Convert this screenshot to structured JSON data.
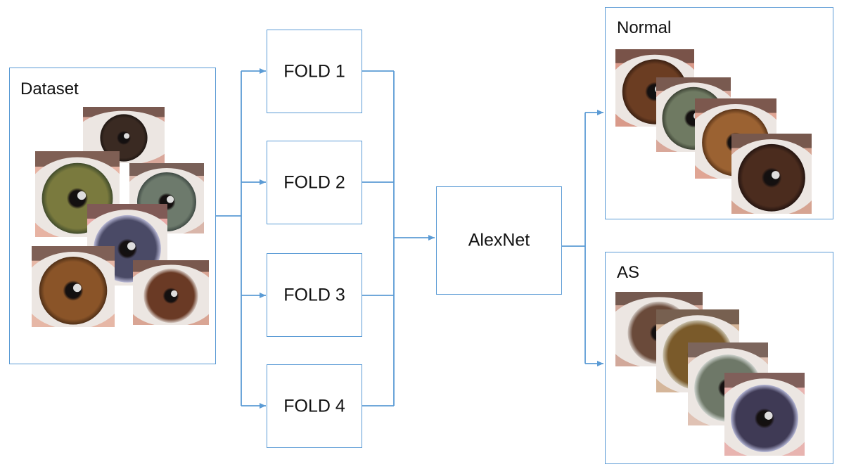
{
  "dataset": {
    "label": "Dataset"
  },
  "folds": [
    {
      "label": "FOLD 1"
    },
    {
      "label": "FOLD 2"
    },
    {
      "label": "FOLD 3"
    },
    {
      "label": "FOLD 4"
    }
  ],
  "model": {
    "label": "AlexNet"
  },
  "outputs": [
    {
      "label": "Normal"
    },
    {
      "label": "AS"
    }
  ],
  "colors": {
    "line": "#5b9bd5"
  }
}
